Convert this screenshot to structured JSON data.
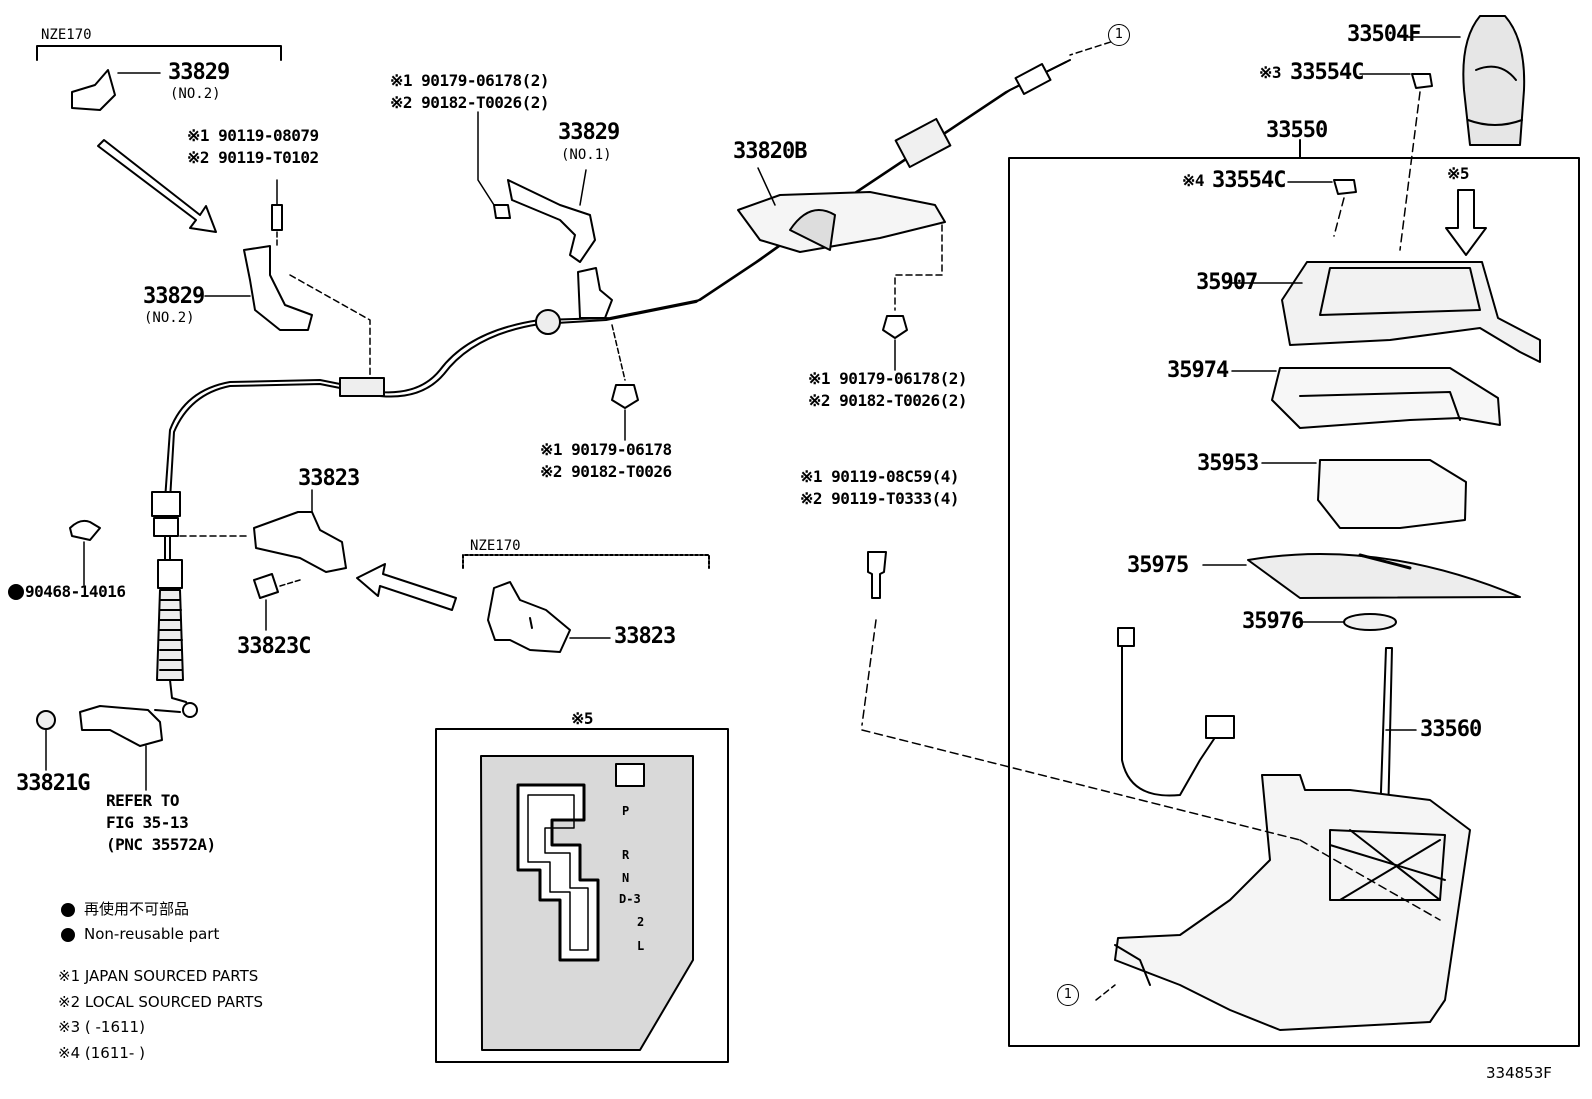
{
  "variant": "NZE170",
  "callout": "1",
  "parts": {
    "p33504F": "33504F",
    "p33554C_3": "33554C",
    "p33554C_4": "33554C",
    "p33550": "33550",
    "p35907": "35907",
    "p35974": "35974",
    "p35953": "35953",
    "p35975": "35975",
    "p35976": "35976",
    "p33560": "33560",
    "p33820B": "33820B",
    "p33829_no2_top": "33829",
    "p33829_no1": "33829",
    "p33829_no2_left": "33829",
    "p33823": "33823",
    "p33823_right": "33823",
    "p33823C": "33823C",
    "p33821G": "33821G",
    "p90468": "90468-14016"
  },
  "subs": {
    "no2": "(NO.2)",
    "no1": "(NO.1)"
  },
  "fasteners": {
    "f1_top_a": "※1 90119-08079",
    "f1_top_b": "※2 90119-T0102",
    "f2_a": "※1 90179-06178(2)",
    "f2_b": "※2 90182-T0026(2)",
    "f3_a": "※1 90179-06178(2)",
    "f3_b": "※2 90182-T0026(2)",
    "f4_a": "※1 90179-06178",
    "f4_b": "※2 90182-T0026",
    "f5_a": "※1 90119-08C59(4)",
    "f5_b": "※2 90119-T0333(4)"
  },
  "markers": {
    "m3": "※3",
    "m4": "※4",
    "m5": "※5",
    "m5_box": "※5"
  },
  "refer": {
    "line1": "REFER TO",
    "line2": "FIG 35-13",
    "line3": "(PNC 35572A)"
  },
  "gate_positions": [
    "P",
    "R",
    "N",
    "D-3",
    "2",
    "L"
  ],
  "legend": {
    "jp_non_reusable": "再使用不可部品",
    "non_reusable": "Non-reusable part",
    "note1": "※1 JAPAN SOURCED PARTS",
    "note2": "※2 LOCAL SOURCED PARTS",
    "note3": "※3 (       -1611)",
    "note4": "※4 (1611-       )"
  },
  "diagram_id": "334853F"
}
